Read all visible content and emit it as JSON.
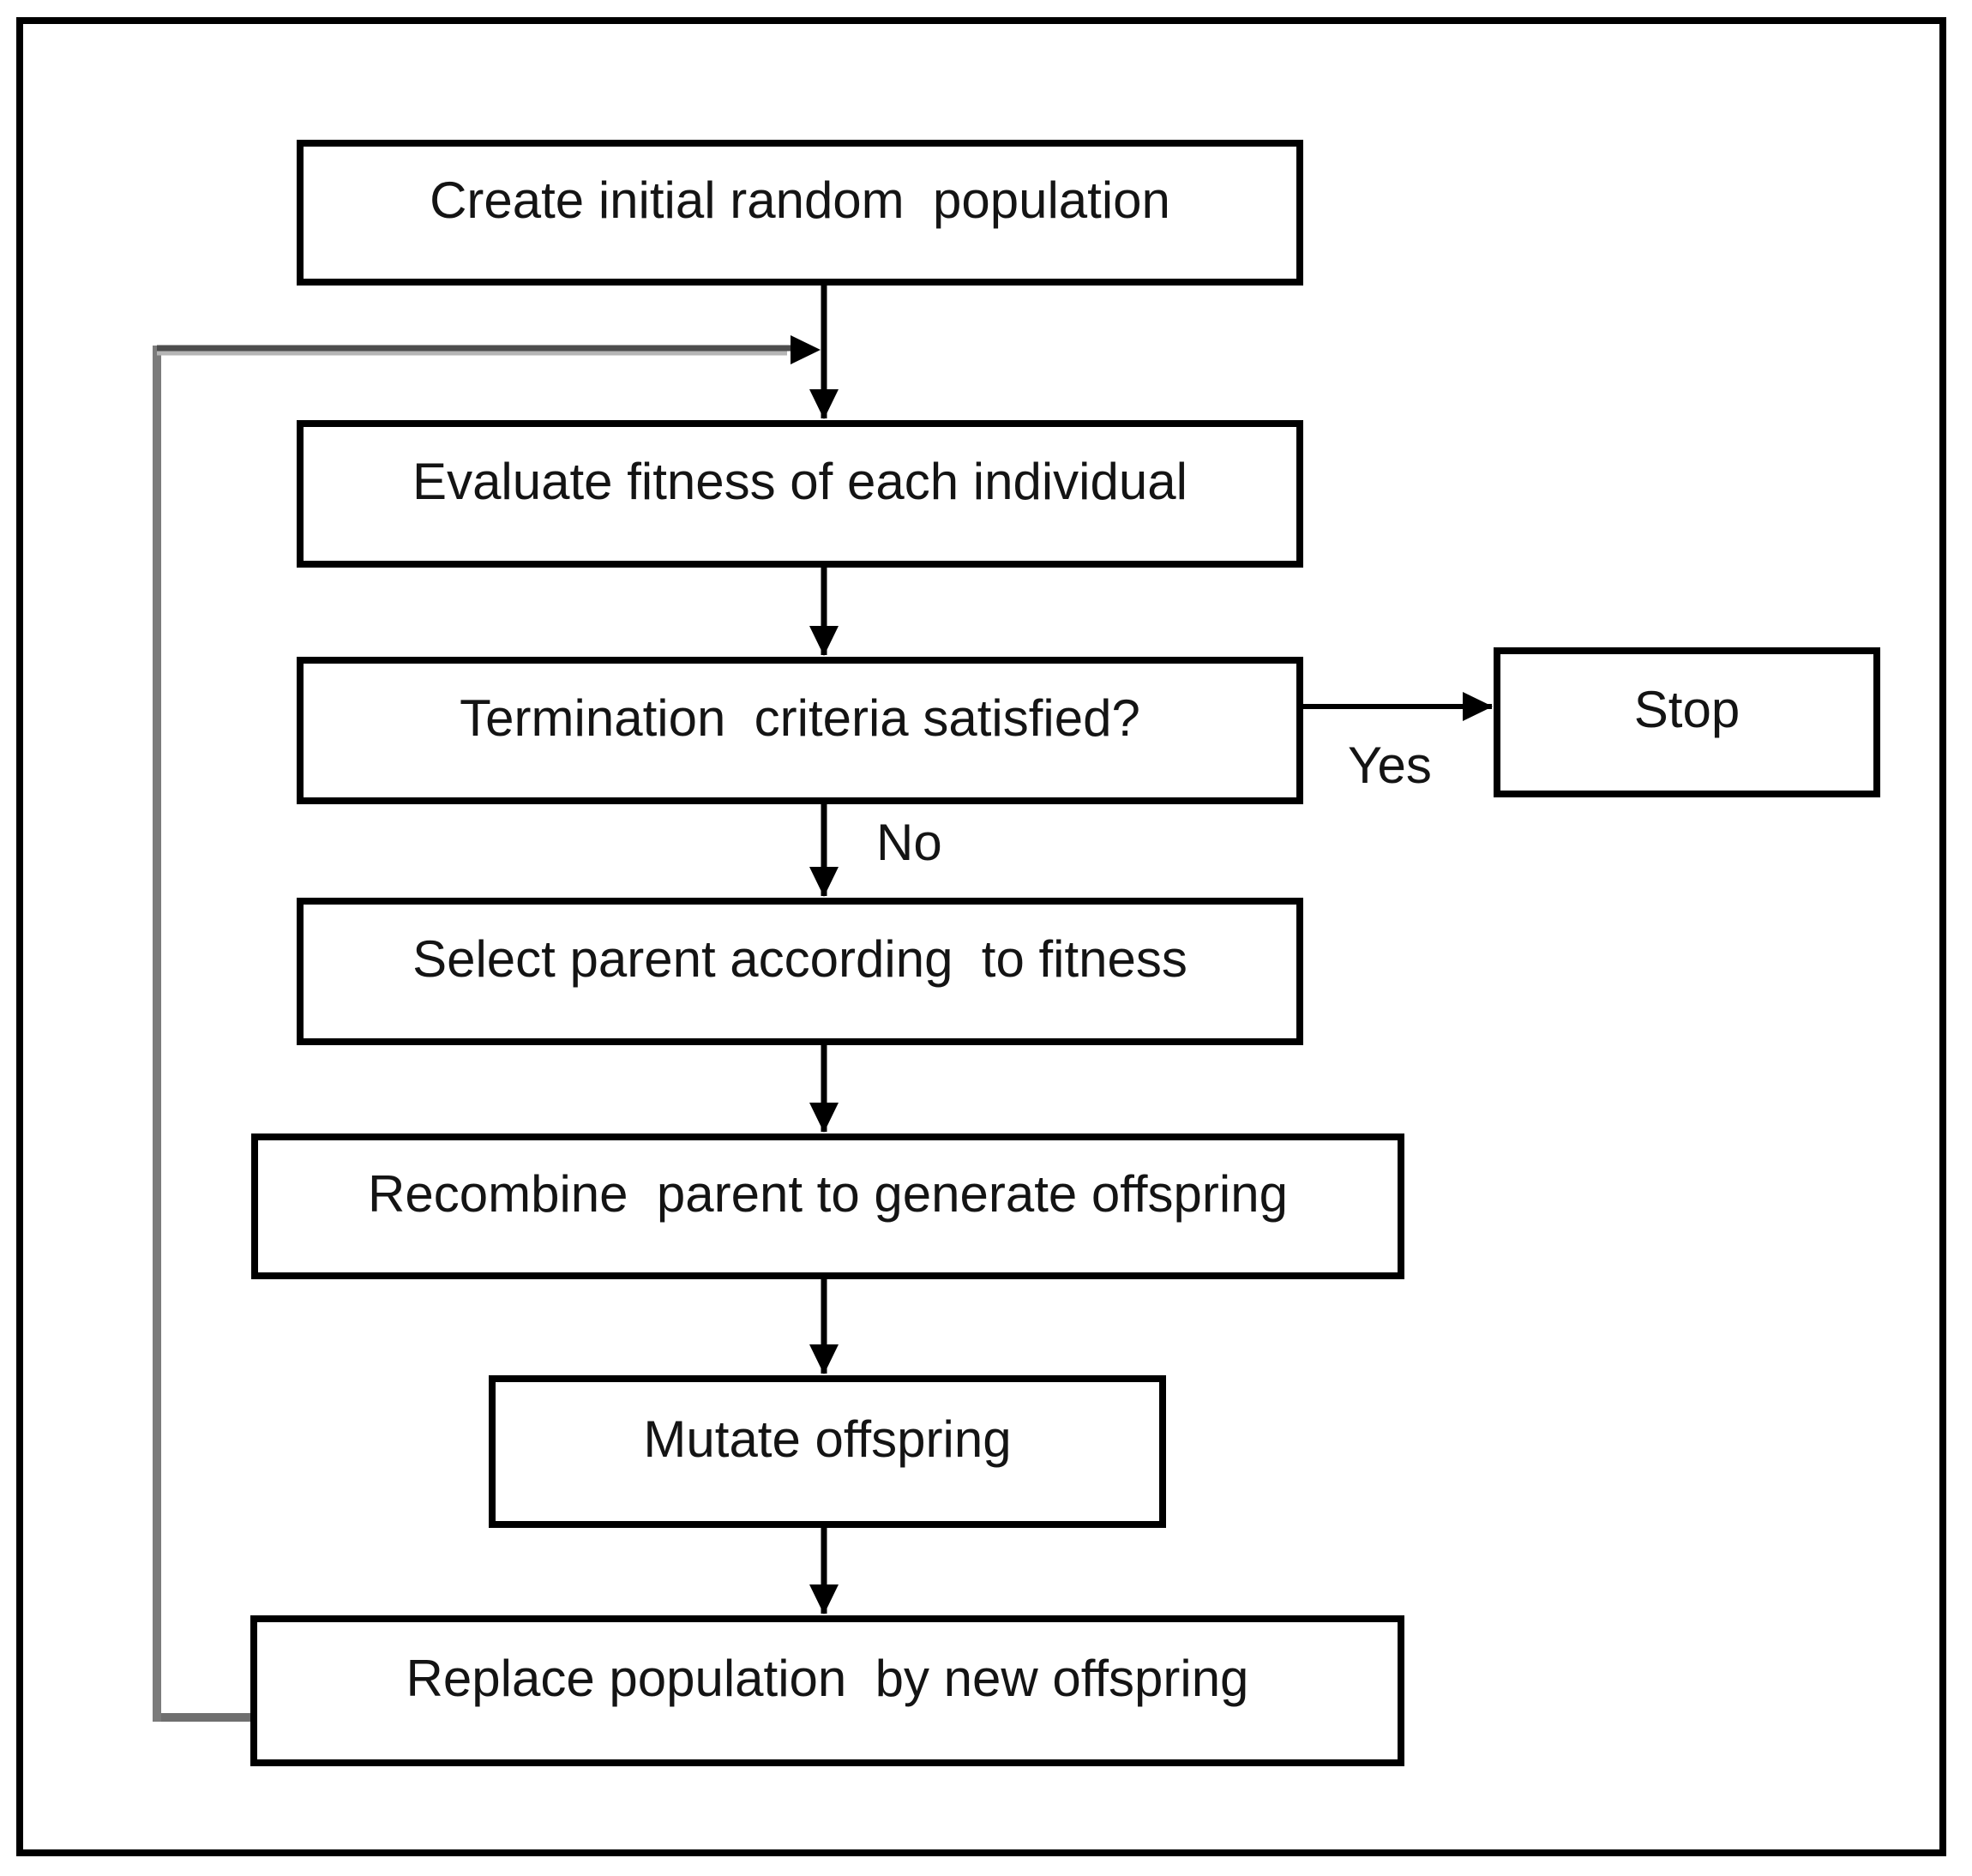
{
  "diagram": {
    "type": "flowchart",
    "title": "",
    "nodes": [
      {
        "id": "create",
        "shape": "rect",
        "label": "Create initial random  population"
      },
      {
        "id": "evaluate",
        "shape": "rect",
        "label": "Evaluate fitness of each individual"
      },
      {
        "id": "termination",
        "shape": "rect",
        "label": "Termination  criteria satisfied?"
      },
      {
        "id": "stop",
        "shape": "rect",
        "label": "Stop"
      },
      {
        "id": "select",
        "shape": "rect",
        "label": "Select parent according  to fitness"
      },
      {
        "id": "recombine",
        "shape": "rect",
        "label": "Recombine  parent to generate offspring"
      },
      {
        "id": "mutate",
        "shape": "rect",
        "label": "Mutate offspring"
      },
      {
        "id": "replace",
        "shape": "rect",
        "label": "Replace population  by new offspring"
      }
    ],
    "edges": [
      {
        "from": "create",
        "to": "evaluate",
        "label": "",
        "style": "solid-black"
      },
      {
        "from": "evaluate",
        "to": "termination",
        "label": "",
        "style": "solid-black"
      },
      {
        "from": "termination",
        "to": "stop",
        "label": "Yes",
        "style": "solid-black"
      },
      {
        "from": "termination",
        "to": "select",
        "label": "No",
        "style": "solid-black"
      },
      {
        "from": "select",
        "to": "recombine",
        "label": "",
        "style": "solid-black"
      },
      {
        "from": "recombine",
        "to": "mutate",
        "label": "",
        "style": "solid-black"
      },
      {
        "from": "mutate",
        "to": "replace",
        "label": "",
        "style": "solid-black"
      },
      {
        "from": "replace",
        "to": "evaluate",
        "label": "",
        "style": "feedback-gray"
      }
    ],
    "colors": {
      "background": "#ffffff",
      "box_border": "#000000",
      "connector": "#000000",
      "feedback_line": "#6f6f6f",
      "feedback_line_dark": "#4d4d4d",
      "feedback_line_light": "#b5b5b5",
      "text": "#141414"
    }
  }
}
